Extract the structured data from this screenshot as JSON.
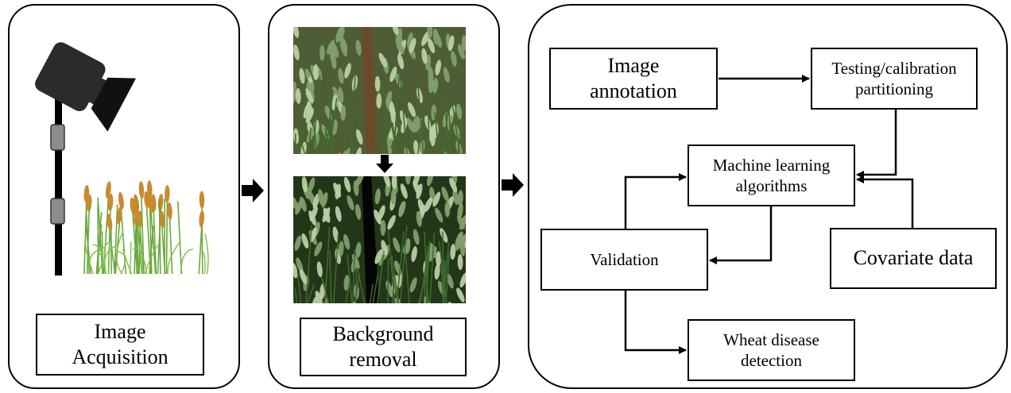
{
  "panels": {
    "acquisition": {
      "label": "Image\nAcquisition"
    },
    "background_removal": {
      "label": "Background\nremoval"
    }
  },
  "workflow": {
    "image_annotation": "Image\nannotation",
    "partitioning": "Testing/calibration\npartitioning",
    "ml_algorithms": "Machine learning\nalgorithms",
    "validation": "Validation",
    "covariate_data": "Covariate data",
    "disease_detection": "Wheat disease\ndetection"
  },
  "colors": {
    "stroke": "#000000",
    "camera": "#2b2b2b",
    "clamp": "#8c8c8c",
    "wheat_head": "#c98a2e",
    "wheat_stem": "#6aa83a",
    "field_dark": "#1f2d12",
    "field_leaf": "#8fae7a",
    "soil": "#6b4a2a"
  },
  "icons": [
    "camera-icon",
    "camera-pole-icon",
    "wheat-plants-icon",
    "arrow-right-icon",
    "arrow-down-icon"
  ]
}
